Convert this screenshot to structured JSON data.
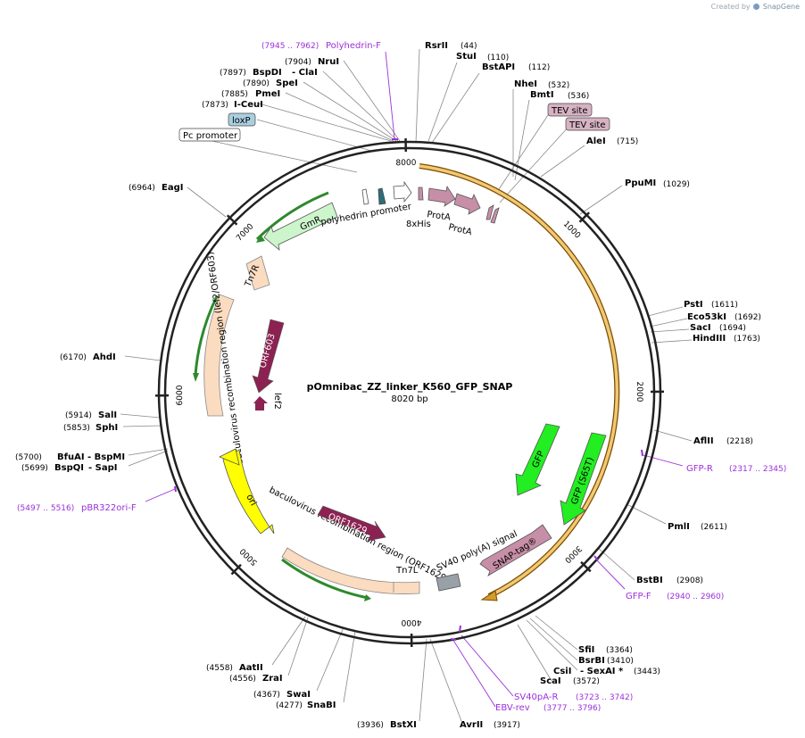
{
  "watermark": {
    "prefix": "Created by",
    "brand": "SnapGene"
  },
  "plasmid": {
    "name": "pOmnibac_ZZ_linker_K560_GFP_SNAP",
    "length_label": "8020 bp",
    "length": 8020,
    "ticks": [
      {
        "pos": 1000,
        "label": "1000"
      },
      {
        "pos": 2000,
        "label": "2000"
      },
      {
        "pos": 3000,
        "label": "3000"
      },
      {
        "pos": 4000,
        "label": "4000"
      },
      {
        "pos": 5000,
        "label": "5000"
      },
      {
        "pos": 6000,
        "label": "6000"
      },
      {
        "pos": 7000,
        "label": "7000"
      },
      {
        "pos": 8000,
        "label": "8000"
      }
    ]
  },
  "colors": {
    "backbone": "#222222",
    "primer": "#9b30d9",
    "orf": "#d9a23a",
    "gfp": "#22dd22",
    "snap": "#c78fa7",
    "orf_dark": "#8b2252",
    "recomb": "#fbdcc0",
    "gmr": "#ccf5cc",
    "ori": "#ffff00",
    "sv40": "#9aa0a8",
    "loxp": "#a9cfe0",
    "tev": "#d7b2c2"
  },
  "enzymes": [
    {
      "name": "RsrII",
      "pos_label": "(44)"
    },
    {
      "name": "StuI",
      "pos_label": "(110)"
    },
    {
      "name": "BstAPI",
      "pos_label": "(112)"
    },
    {
      "name": "NheI",
      "pos_label": "(532)"
    },
    {
      "name": "BmtI",
      "pos_label": "(536)"
    },
    {
      "name": "AleI",
      "pos_label": "(715)"
    },
    {
      "name": "PpuMI",
      "pos_label": "(1029)"
    },
    {
      "name": "PstI",
      "pos_label": "(1611)"
    },
    {
      "name": "Eco53kI",
      "pos_label": "(1692)"
    },
    {
      "name": "SacI",
      "pos_label": "(1694)"
    },
    {
      "name": "HindIII",
      "pos_label": "(1763)"
    },
    {
      "name": "AflII",
      "pos_label": "(2218)"
    },
    {
      "name": "PmlI",
      "pos_label": "(2611)"
    },
    {
      "name": "BstBI",
      "pos_label": "(2908)"
    },
    {
      "name": "SfiI",
      "pos_label": "(3364)"
    },
    {
      "name": "BsrBI",
      "pos_label": "(3410)"
    },
    {
      "name": "CsiI",
      "name2": "- SexAI *",
      "pos_label": "(3443)"
    },
    {
      "name": "ScaI",
      "pos_label": "(3572)"
    },
    {
      "name": "AvrII",
      "pos_label": "(3917)"
    },
    {
      "name": "BstXI",
      "pos_label": "(3936)"
    },
    {
      "name": "SnaBI",
      "pos_label": "(4277)"
    },
    {
      "name": "SwaI",
      "pos_label": "(4367)"
    },
    {
      "name": "ZraI",
      "pos_label": "(4556)"
    },
    {
      "name": "AatII",
      "pos_label": "(4558)"
    },
    {
      "name": "BspQI",
      "name2": "- SapI",
      "pos_label": "(5699)"
    },
    {
      "name": "BfuAI",
      "name2": "- BspMI",
      "pos_label": "(5700)"
    },
    {
      "name": "SphI",
      "pos_label": "(5853)"
    },
    {
      "name": "SalI",
      "pos_label": "(5914)"
    },
    {
      "name": "AhdI",
      "pos_label": "(6170)"
    },
    {
      "name": "EagI",
      "pos_label": "(6964)"
    },
    {
      "name": "I-CeuI",
      "pos_label": "(7873)"
    },
    {
      "name": "PmeI",
      "pos_label": "(7885)"
    },
    {
      "name": "SpeI",
      "pos_label": "(7890)"
    },
    {
      "name": "BspDI",
      "name2": "- ClaI",
      "pos_label": "(7897)"
    },
    {
      "name": "NruI",
      "pos_label": "(7904)"
    }
  ],
  "primers": [
    {
      "name": "Polyhedrin-F",
      "range": "(7945 .. 7962)"
    },
    {
      "name": "GFP-R",
      "range": "(2317 .. 2345)"
    },
    {
      "name": "GFP-F",
      "range": "(2940 .. 2960)"
    },
    {
      "name": "SV40pA-R",
      "range": "(3723 .. 3742)"
    },
    {
      "name": "EBV-rev",
      "range": "(3777 .. 3796)"
    },
    {
      "name": "pBR322ori-F",
      "range": "(5497 .. 5516)"
    }
  ],
  "features": {
    "polyhedrin_promoter": "polyhedrin promoter",
    "his": "8xHis",
    "prota1": "ProtA",
    "prota2": "ProtA",
    "gmr": "GmR",
    "tn7r": "Tn7R",
    "lef2_orf603_region": "baculovirus recombination region (lef2/ORF603)",
    "orf603": "ORF603",
    "lef2": "lef2",
    "gfp": "GFP",
    "gfp_s65t": "GFP (S65T)",
    "snap": "SNAP-tag®",
    "sv40": "SV40 poly(A) signal",
    "tn7l": "Tn7L",
    "orf1629_region": "baculovirus recombination region (ORF1629)",
    "orf1629": "ORF1629",
    "ori": "ori"
  },
  "boxes": {
    "loxp": "loxP",
    "pc_promoter": "Pc promoter",
    "tev1": "TEV site",
    "tev2": "TEV site"
  }
}
